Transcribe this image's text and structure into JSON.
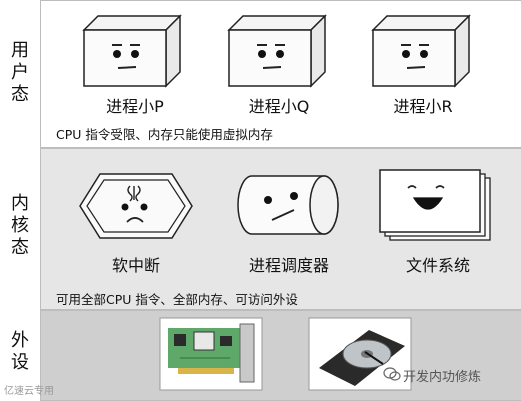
{
  "sections": {
    "user": {
      "label": [
        "用",
        "户",
        "态"
      ],
      "note": "CPU 指令受限、内存只能使用虚拟内存"
    },
    "kernel": {
      "label": [
        "内",
        "核",
        "态"
      ],
      "note": "可用全部CPU 指令、全部内存、可访问外设"
    },
    "hardware": {
      "label": [
        "外",
        "设"
      ]
    }
  },
  "processes": [
    {
      "label": "进程小P"
    },
    {
      "label": "进程小Q"
    },
    {
      "label": "进程小R"
    }
  ],
  "kernel_items": [
    {
      "label": "软中断"
    },
    {
      "label": "进程调度器"
    },
    {
      "label": "文件系统"
    }
  ],
  "watermark": {
    "left": "亿速云专用",
    "right": "开发内功修炼"
  },
  "colors": {
    "user_bg": "#ffffff",
    "kernel_bg": "#e6e6e6",
    "hardware_bg": "#cfcfcf"
  }
}
